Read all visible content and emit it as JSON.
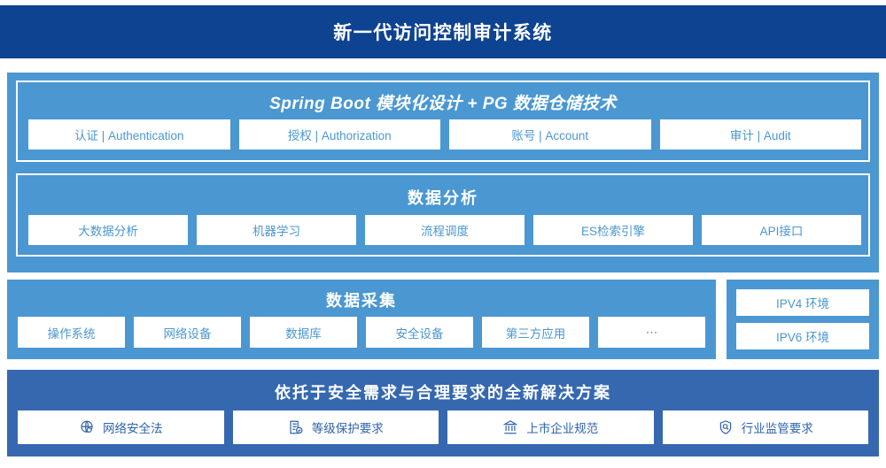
{
  "header": {
    "title": "新一代访问控制审计系统",
    "bg_color": "#0E4391"
  },
  "colors": {
    "panel_blue": "#4A97D2",
    "panel_dark_blue": "#3668B0",
    "header_navy": "#0E4391",
    "chip_text": "#4A97D2",
    "chip_text_dark": "#2F63AE",
    "white": "#FFFFFF"
  },
  "sections": [
    {
      "id": "platform",
      "title": "Spring Boot 模块化设计 + PG 数据仓储技术",
      "items": [
        {
          "label": "认证 | Authentication"
        },
        {
          "label": "授权 | Authorization"
        },
        {
          "label": "账号 | Account"
        },
        {
          "label": "审计 | Audit"
        }
      ]
    },
    {
      "id": "data-analysis",
      "title": "数据分析",
      "items": [
        {
          "label": "大数据分析"
        },
        {
          "label": "机器学习"
        },
        {
          "label": "流程调度"
        },
        {
          "label": "ES检索引擎"
        },
        {
          "label": "API接口"
        }
      ]
    },
    {
      "id": "data-collection",
      "title": "数据采集",
      "items": [
        {
          "label": "操作系统"
        },
        {
          "label": "网络设备"
        },
        {
          "label": "数据库"
        },
        {
          "label": "安全设备"
        },
        {
          "label": "第三方应用"
        },
        {
          "label": "⋯"
        }
      ]
    },
    {
      "id": "compliance",
      "title": "依托于安全需求与合理要求的全新解决方案",
      "items": [
        {
          "label": "网络安全法",
          "icon": "globe-icon"
        },
        {
          "label": "等级保护要求",
          "icon": "document-check-icon"
        },
        {
          "label": "上市企业规范",
          "icon": "bank-building-icon"
        },
        {
          "label": "行业监管要求",
          "icon": "shield-search-icon"
        }
      ]
    }
  ],
  "environment_panel": {
    "items": [
      {
        "label": "IPV4 环境"
      },
      {
        "label": "IPV6 环境"
      }
    ]
  }
}
